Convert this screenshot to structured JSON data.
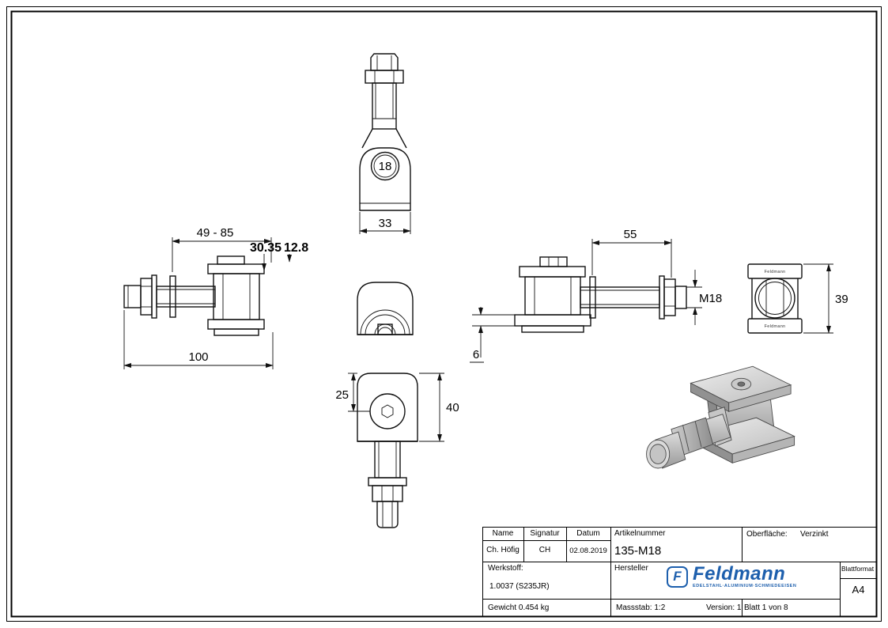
{
  "sheet": {
    "background": "#ffffff",
    "line_color": "#111111"
  },
  "dims": {
    "range_49_85": "49 - 85",
    "d30_35": "30.35",
    "d12_8": "12.8",
    "d100": "100",
    "d33": "33",
    "bore_label": "18",
    "d55": "55",
    "m18": "M18",
    "d6": "6",
    "d39": "39",
    "d25": "25",
    "d40": "40",
    "plate_stamp": "Feldmann"
  },
  "title_block": {
    "headers": {
      "name": "Name",
      "signatur": "Signatur",
      "datum": "Datum",
      "artikelnummer": "Artikelnummer",
      "oberflaeche": "Oberfläche:",
      "werkstoff": "Werkstoff:",
      "hersteller": "Hersteller",
      "blattformat": "Blattformat"
    },
    "values": {
      "name": "Ch. Höfig",
      "signatur": "CH",
      "datum": "02.08.2019",
      "artikelnummer": "135-M18",
      "oberflaeche": "Verzinkt",
      "werkstoff": "1.0037 (S235JR)",
      "blattformat": "A4"
    },
    "footer": {
      "gewicht": "Gewicht 0.454 kg",
      "massstab": "Massstab: 1:2",
      "version": "Version: 1",
      "blatt": "Blatt 1 von 8"
    },
    "brand": {
      "initial": "F",
      "name": "Feldmann",
      "tagline": "EDELSTAHL·ALUMINIUM·SCHMIEDEEISEN",
      "color": "#1d5fad"
    }
  }
}
